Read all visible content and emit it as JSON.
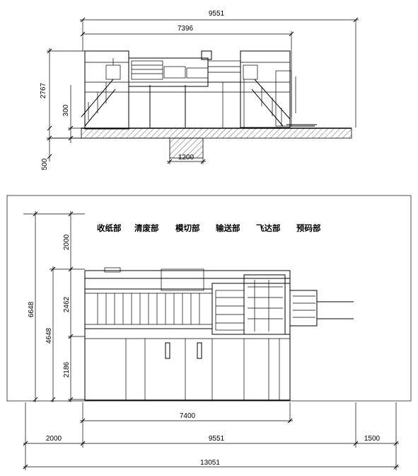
{
  "elevation": {
    "dims": {
      "overall_width": "9551",
      "machine_width": "7396",
      "height": "2767",
      "platform": "300",
      "pit_depth": "500",
      "pit_width": "1200"
    }
  },
  "plan": {
    "sections": [
      "收纸部",
      "清废部",
      "模切部",
      "输送部",
      "飞达部",
      "预码部"
    ],
    "dims": {
      "front_space": "2000",
      "room_depth": "6648",
      "machine_depth": "4648",
      "depth_upper": "2462",
      "depth_lower": "2186",
      "length_inner": "7400",
      "left_space": "2000",
      "machine_length": "9551",
      "right_space": "1500",
      "total_length": "13051"
    }
  }
}
